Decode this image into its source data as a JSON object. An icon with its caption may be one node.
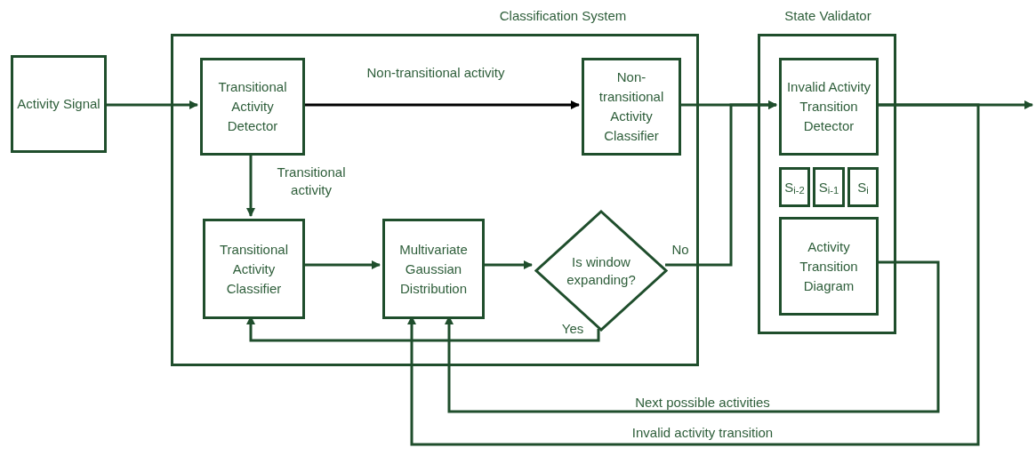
{
  "diagram": {
    "nodes": [
      {
        "text": [
          "Activity Signal"
        ]
      },
      {
        "text": [
          "Classification System"
        ]
      },
      {
        "text": [
          "Transitional Activity Detector"
        ],
        "in": 1
      },
      {
        "text": [
          "Non-transitional Activity Classifier"
        ],
        "in": 1
      },
      {
        "text": [
          "Transitional Activity Classifier"
        ],
        "in": 1
      },
      {
        "text": [
          "Multivariate Gaussian Distribution"
        ],
        "in": 1
      },
      {
        "text": [
          "Is window expanding?"
        ],
        "in": 1
      },
      {
        "text": [
          "State Validator"
        ]
      },
      {
        "text": [
          "Invalid Activity Transition Detector"
        ],
        "in": 7
      },
      {
        "text": [
          "S$_{i-2}$"
        ],
        "in": 7
      },
      {
        "text": [
          "S$_{i-1}$"
        ],
        "in": 7
      },
      {
        "text": [
          "S$_{i}$"
        ],
        "in": 7
      },
      {
        "text": [
          "Activity Transition Diagram"
        ],
        "in": 7
      }
    ],
    "edges": [
      {
        "from": 0,
        "to": 2,
        "arrow": "to"
      },
      {
        "from": 2,
        "to": 3,
        "arrow": "to",
        "label": "Non-transitional activity",
        "color": "#000000"
      },
      {
        "from": 2,
        "to": 4,
        "arrow": "to",
        "label": "Transitional activity"
      },
      {
        "from": 4,
        "to": 5,
        "arrow": "to"
      },
      {
        "from": 5,
        "to": 6,
        "arrow": "to"
      },
      {
        "from": 6,
        "to": 4,
        "arrow": "to",
        "label": "Yes"
      },
      {
        "from": 3,
        "to": 8,
        "arrow": "to"
      },
      {
        "from": 6,
        "to": 8,
        "arrow": "to",
        "label": "No"
      },
      {
        "from": 8,
        "to": null,
        "arrow": "to"
      },
      {
        "from": 12,
        "to": 5,
        "arrow": "to",
        "label": "Next possible activities"
      },
      {
        "from": 8,
        "to": 5,
        "arrow": "to",
        "label": "Invalid activity transition"
      }
    ]
  }
}
